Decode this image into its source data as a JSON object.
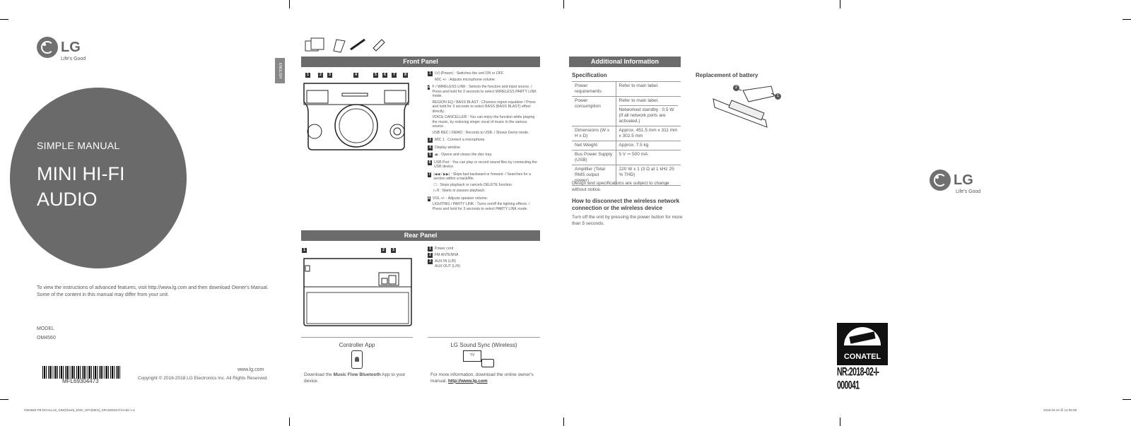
{
  "cover": {
    "brand": "LG",
    "slogan": "Life's Good",
    "manual_type": "SIMPLE MANUAL",
    "title_line1": "MINI HI-FI",
    "title_line2": "AUDIO",
    "instructions_1": "To view the instructions of advanced features, visit http://www.lg.com and then download Owner's Manual.",
    "instructions_2": "Some of the content in this manual may differ from your unit.",
    "model_label": "MODEL",
    "model_value": "OM4560",
    "barcode_number": "MFL69304473",
    "website": "www.lg.com",
    "copyright": "Copyright © 2016-2018 LG Electronics Inc. All Rights Reserved."
  },
  "language_tab": "ENGLISH",
  "front_panel": {
    "header": "Front Panel",
    "callouts": [
      "1",
      "2",
      "3",
      "4",
      "5",
      "6",
      "7",
      "8"
    ],
    "items": [
      {
        "num": "1",
        "lines": [
          "⏻/| (Power) : Switches the unit ON or OFF.",
          "MIC +/- : Adjusts microphone volume."
        ]
      },
      {
        "num": "2",
        "lines": [
          "F / WIRELESS LINK : Selects the function and input source. / Press and hold for 3 seconds to select WIRELESS PARTY LINK mode.",
          "REGION EQ / BASS BLAST : Chooses region equalizer / Press and hold for 3 seconds to select BASS (BASS BLAST) effect directly.",
          "VOICE CANCELLER : You can enjoy the function while playing the music, by reducing singer vocal of music in the various source.",
          "USB REC / DEMO : Records to USB. / Shows Demo mode."
        ]
      },
      {
        "num": "3",
        "lines": [
          "MIC 1 : Connect a microphone."
        ]
      },
      {
        "num": "4",
        "lines": [
          "Display window"
        ]
      },
      {
        "num": "5",
        "lines": [
          "⏏ : Opens and closes the disc tray."
        ]
      },
      {
        "num": "6",
        "lines": [
          "USB Port : You can play or record sound files by connecting the USB device."
        ]
      },
      {
        "num": "7",
        "lines": [
          "|◀◀ / ▶▶| : Skips fast backward or forward. / Searches for a section within a track/file.",
          "☐ : Stops playback or cancels DELETE function.",
          "▷/‖ : Starts or pauses playback."
        ]
      },
      {
        "num": "8",
        "lines": [
          "VOL +/- : Adjusts speaker volume.",
          "LIGHTING / PARTY LINK : Turns on/off the lighting effects. / Press and hold for 3 seconds to select PARTY LINK mode."
        ]
      }
    ]
  },
  "rear_panel": {
    "header": "Rear Panel",
    "callouts": [
      "1",
      "2",
      "3"
    ],
    "items": [
      {
        "num": "1",
        "text": "Power cord"
      },
      {
        "num": "2",
        "text": "FM ANTENNA"
      },
      {
        "num": "3",
        "text": "AUX IN (L/R)",
        "text2": "AUX OUT (L/R)"
      }
    ]
  },
  "apps": {
    "controller_title": "Controller App",
    "controller_text_pre": "Download the ",
    "controller_text_bold": "Music Flow Bluetooth",
    "controller_text_post": " App to your device.",
    "sync_title": "LG Sound Sync (Wireless)",
    "sync_text": "For more information, download the online owner's manual.",
    "sync_link": "http://www.lg.com",
    "tv_label": "TV"
  },
  "additional": {
    "header": "Additional Information",
    "spec_title": "Specification",
    "rows": [
      {
        "k": "Power requirements",
        "v": "Refer to main label."
      },
      {
        "k": "Power consumption",
        "v": "Refer to main label.",
        "v2": "Networked standby : 0.5 W (If all network ports are activated.)"
      },
      {
        "k": "Dimensions (W x H x D)",
        "v": "Approx. 451.5 mm x 311 mm x 302.5 mm"
      },
      {
        "k": "Net Weight",
        "v": "Approx. 7.5 kg"
      },
      {
        "k": "Bus Power Supply (USB)",
        "v": "5 V ⎓ 500 mA"
      },
      {
        "k": "Amplifier (Total RMS output power)",
        "v": "220 W x 1 (3 Ω at 1 kHz 25 % THD)"
      }
    ],
    "note": "Design and specifications are subject to change without notice.",
    "disconnect_title": "How to disconnect the wireless network connection or the wireless device",
    "disconnect_text": "Turn off the unit by pressing the power button for more than 5 seconds."
  },
  "battery": {
    "title": "Replacement of battery",
    "callouts": [
      "2",
      "1"
    ]
  },
  "back_cover": {
    "brand": "LG",
    "slogan": "Life's Good"
  },
  "conatel": {
    "name": "CONATEL",
    "reg": "NR:2018-02-I-000041"
  },
  "footer": {
    "left": "OM4560-FB.DCHLLLB_SIM(Sheet)_ENG_SPA(MEX)_MFL69304473.indd 1-4",
    "right": "2018-03-22 ☒ 14:05:58"
  },
  "colors": {
    "gray_dark": "#6b6b6b",
    "text": "#444444",
    "conatel_bg": "#111111"
  }
}
